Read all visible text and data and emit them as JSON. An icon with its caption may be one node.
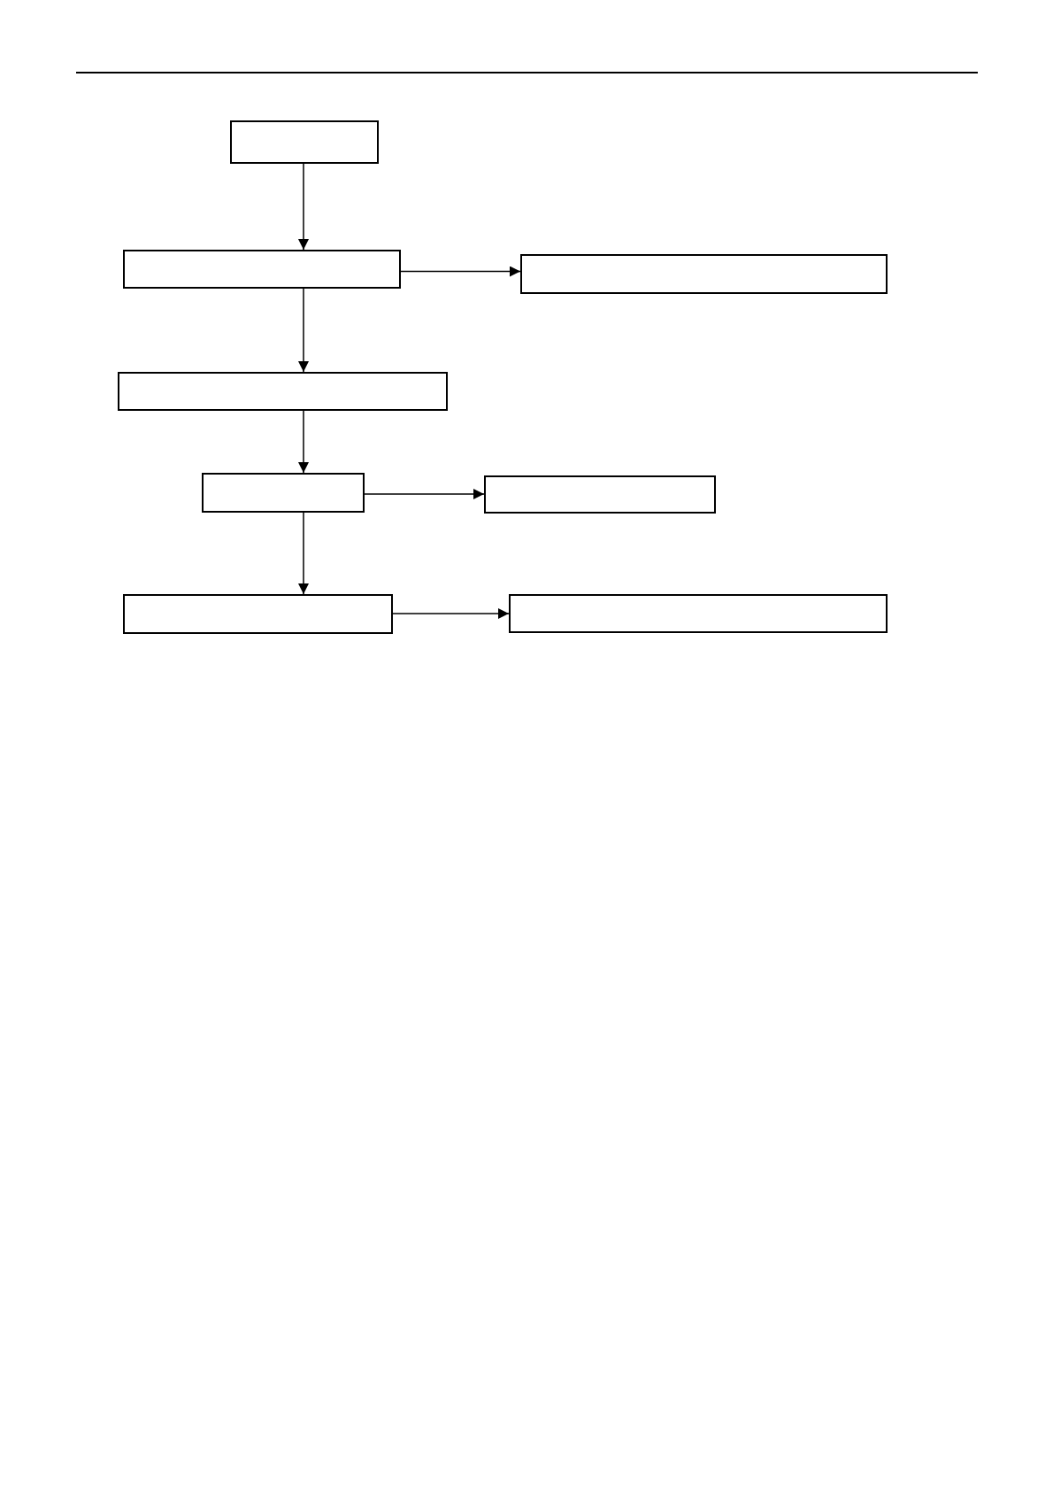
{
  "diagram": {
    "nodes": [
      {
        "text": [],
        "shape": "box"
      },
      {
        "text": [],
        "shape": "box"
      },
      {
        "text": [],
        "shape": "box"
      },
      {
        "text": [],
        "shape": "box"
      },
      {
        "text": [],
        "shape": "box"
      },
      {
        "text": [],
        "shape": "box"
      },
      {
        "text": [],
        "shape": "box"
      },
      {
        "text": [],
        "shape": "box"
      }
    ],
    "edges": [
      {
        "from": 0,
        "to": 1,
        "arrow": "to"
      },
      {
        "from": 1,
        "to": 2,
        "arrow": "to"
      },
      {
        "from": 1,
        "to": 3,
        "arrow": "to"
      },
      {
        "from": 3,
        "to": 4,
        "arrow": "to"
      },
      {
        "from": 4,
        "to": 5,
        "arrow": "to"
      },
      {
        "from": 4,
        "to": 6,
        "arrow": "to"
      },
      {
        "from": 6,
        "to": 7,
        "arrow": "to"
      }
    ]
  }
}
